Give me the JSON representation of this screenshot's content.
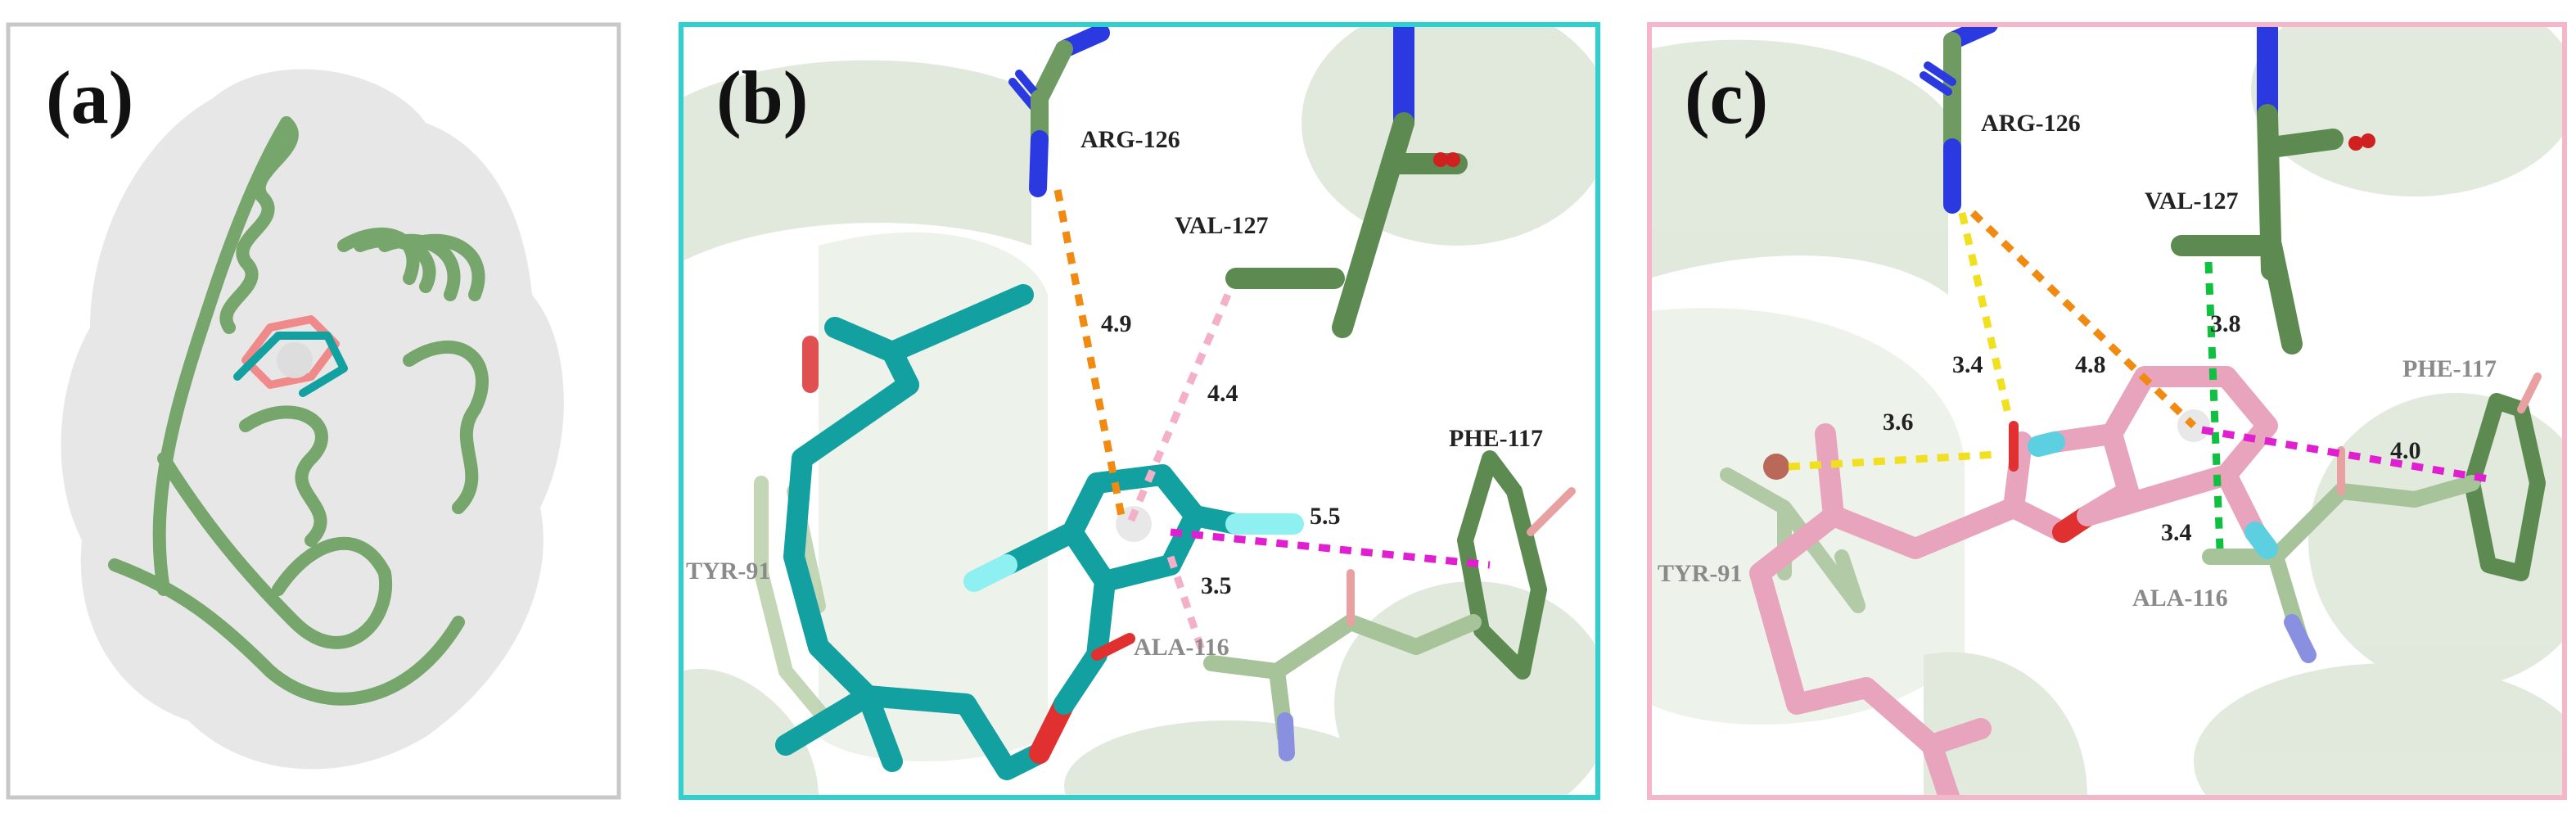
{
  "colors": {
    "panel_a_border": "#c8c8c8",
    "panel_b_border": "#2fd0d0",
    "panel_c_border": "#f6b6ca",
    "protein": "#6f9a62",
    "ligand_b": "#12a0a0",
    "ligand_c": "#e8a4bc",
    "oxygen": "#e03030",
    "nitrogen": "#2a3ae0",
    "fluorine": "#8ef0f0"
  },
  "panels": {
    "a": {
      "label": "(a)"
    },
    "b": {
      "label": "(b)",
      "residues": {
        "arg": "ARG-126",
        "val": "VAL-127",
        "phe": "PHE-117",
        "ala": "ALA-116",
        "tyr": "TYR-91"
      },
      "distances": {
        "arg": "4.9",
        "val": "4.4",
        "phe": "5.5",
        "ala": "3.5"
      }
    },
    "c": {
      "label": "(c)",
      "residues": {
        "arg": "ARG-126",
        "val": "VAL-127",
        "phe": "PHE-117",
        "ala": "ALA-116",
        "tyr": "TYR-91"
      },
      "distances": {
        "arg_yellow": "3.4",
        "arg_orange": "4.8",
        "val": "3.8",
        "tyr": "3.6",
        "phe": "4.0",
        "ala": "3.4"
      }
    }
  }
}
